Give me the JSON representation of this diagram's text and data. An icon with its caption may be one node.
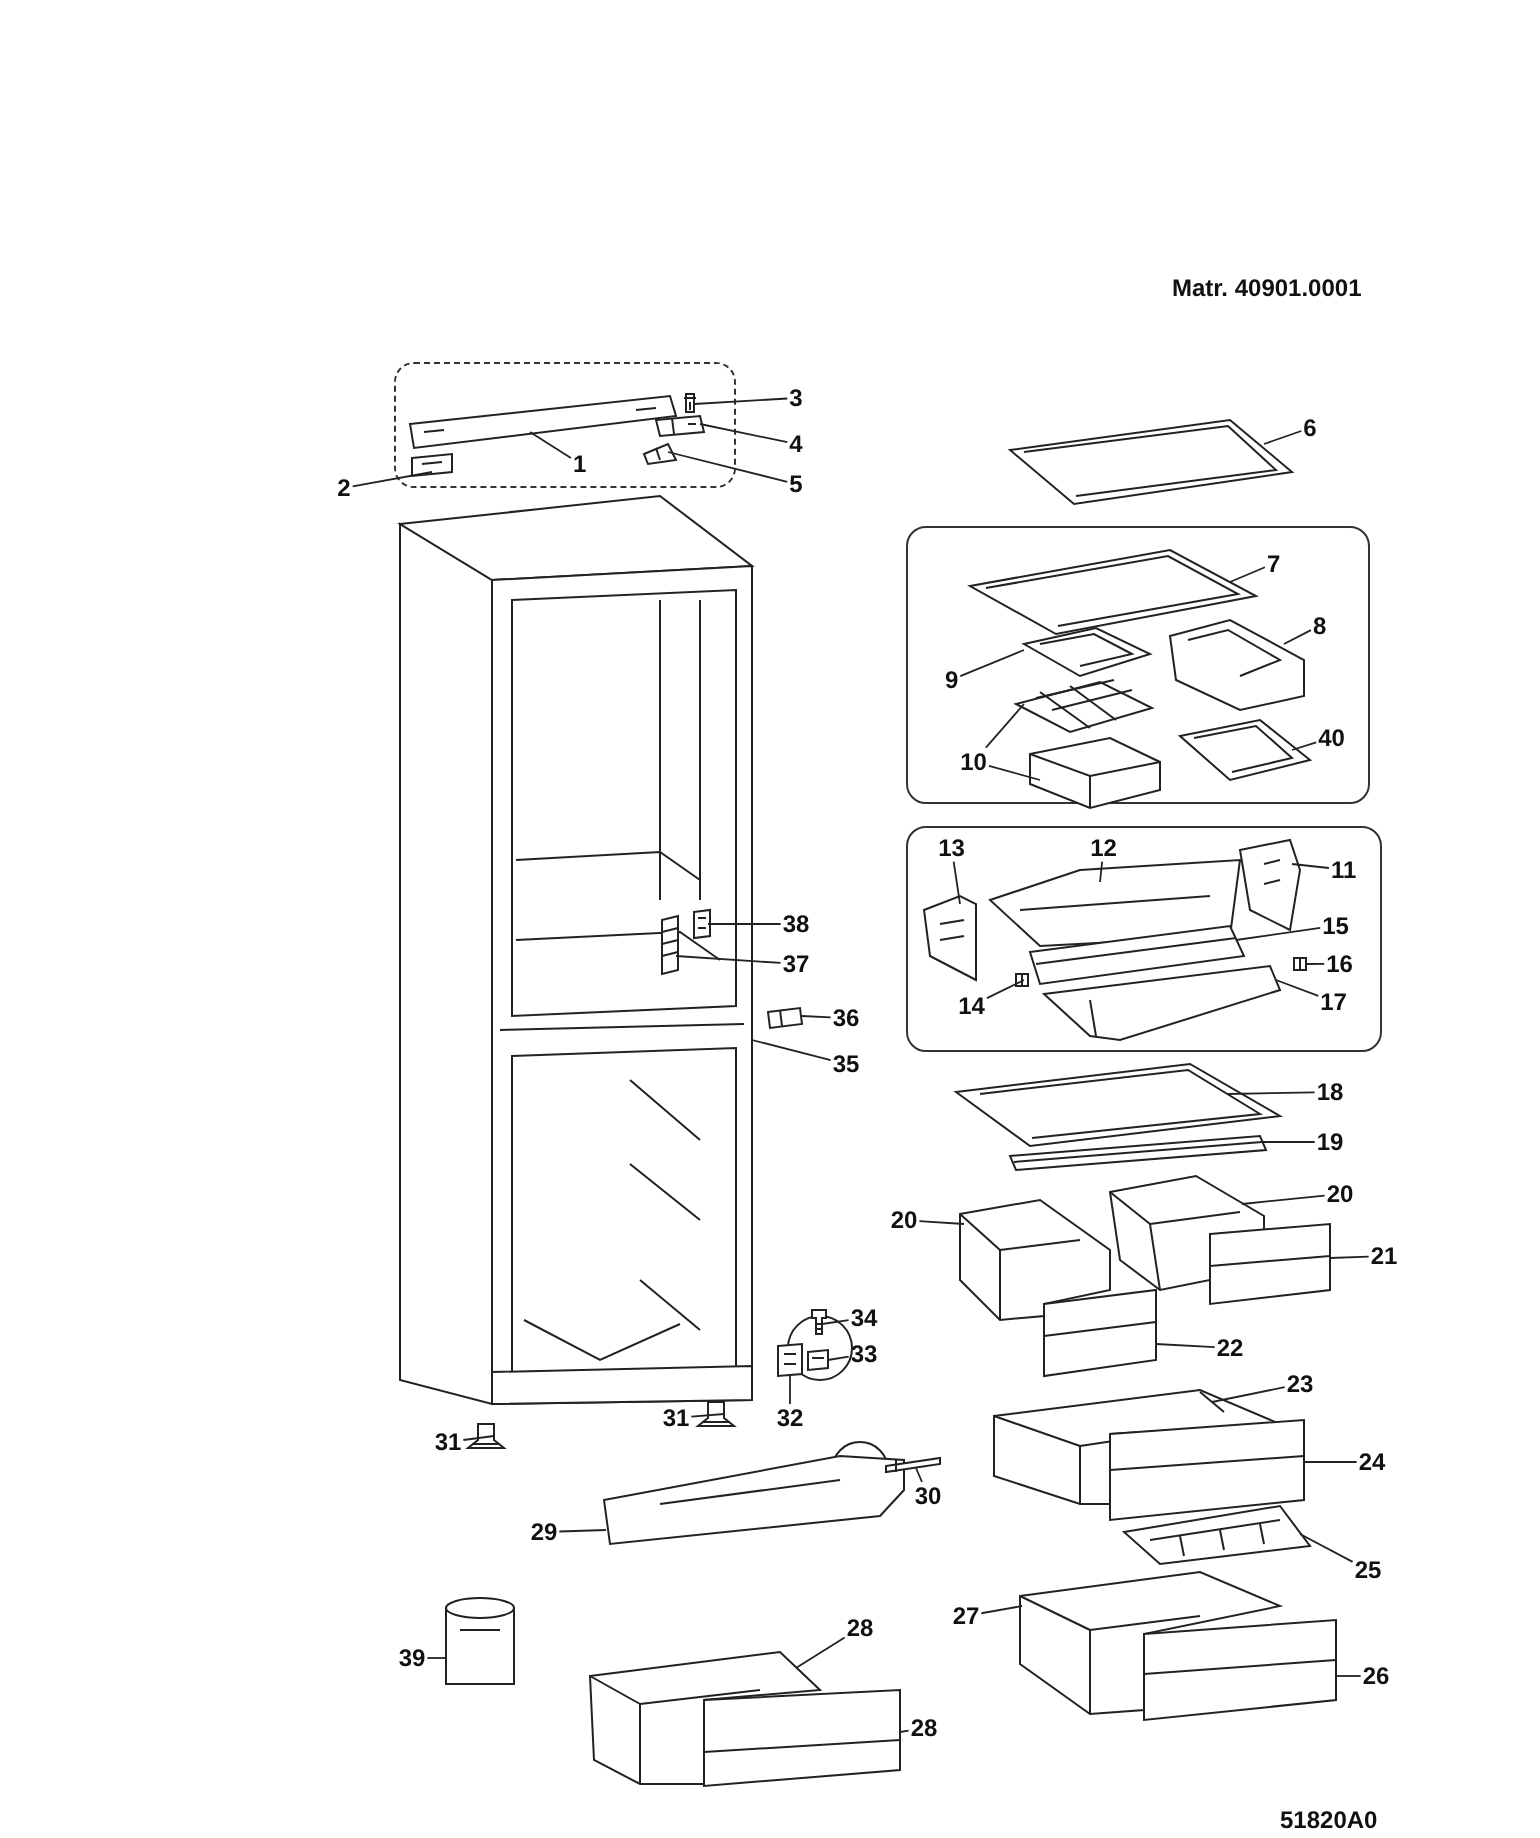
{
  "diagram": {
    "nodes": [
      {
        "text": [],
        "shape": "box"
      },
      {
        "text": [
          "3"
        ]
      },
      {
        "text": [
          "4"
        ]
      },
      {
        "text": [
          "1"
        ],
        "in": 0
      },
      {
        "text": [
          "2"
        ]
      },
      {
        "text": [
          "5"
        ]
      },
      {
        "text": [
          "6"
        ]
      },
      {
        "text": [],
        "shape": "box"
      },
      {
        "text": [
          "7"
        ],
        "in": 7
      },
      {
        "text": [
          "8"
        ],
        "in": 7
      },
      {
        "text": [
          "9"
        ],
        "in": 7
      },
      {
        "text": [
          "10"
        ],
        "in": 7
      },
      {
        "text": [
          "40"
        ],
        "in": 7
      },
      {
        "text": [],
        "shape": "box"
      },
      {
        "text": [
          "13"
        ],
        "in": 13
      },
      {
        "text": [
          "12"
        ],
        "in": 13
      },
      {
        "text": [
          "11"
        ],
        "in": 13
      },
      {
        "text": [
          "15"
        ],
        "in": 13
      },
      {
        "text": [
          "14"
        ],
        "in": 13
      },
      {
        "text": [
          "16"
        ],
        "in": 13
      },
      {
        "text": [
          "17"
        ],
        "in": 13
      },
      {
        "text": [
          "38"
        ]
      },
      {
        "text": [
          "37"
        ]
      },
      {
        "text": [
          "36"
        ]
      },
      {
        "text": [
          "35"
        ]
      },
      {
        "text": [
          "18"
        ]
      },
      {
        "text": [
          "19"
        ]
      },
      {
        "text": [
          "20"
        ]
      },
      {
        "text": [
          "20"
        ]
      },
      {
        "text": [
          "21"
        ]
      },
      {
        "text": [
          "22"
        ]
      },
      {
        "text": [
          "34"
        ]
      },
      {
        "text": [
          "33"
        ]
      },
      {
        "text": [
          "31"
        ]
      },
      {
        "text": [
          "31"
        ]
      },
      {
        "text": [
          "32"
        ]
      },
      {
        "text": [
          "23"
        ]
      },
      {
        "text": [
          "24"
        ]
      },
      {
        "text": [
          "29"
        ]
      },
      {
        "text": [
          "30"
        ]
      },
      {
        "text": [
          "25"
        ]
      },
      {
        "text": [
          "27"
        ]
      },
      {
        "text": [
          "28"
        ]
      },
      {
        "text": [
          "39"
        ]
      },
      {
        "text": [
          "26"
        ]
      },
      {
        "text": [
          "28"
        ]
      },
      {
        "text": [],
        "shape": "picture"
      },
      {
        "text": [],
        "shape": "picture",
        "in": 0
      },
      {
        "text": [],
        "shape": "picture",
        "in": 0
      },
      {
        "text": [],
        "shape": "picture",
        "in": 0
      },
      {
        "text": [],
        "shape": "picture",
        "in": 0
      },
      {
        "text": [],
        "shape": "picture",
        "in": 0
      },
      {
        "text": [],
        "shape": "picture"
      },
      {
        "text": [],
        "shape": "picture",
        "in": 7
      },
      {
        "text": [],
        "shape": "picture",
        "in": 7
      },
      {
        "text": [],
        "shape": "picture",
        "in": 7
      },
      {
        "text": [],
        "shape": "picture",
        "in": 7
      },
      {
        "text": [],
        "shape": "picture",
        "in": 7
      },
      {
        "text": [],
        "shape": "picture",
        "in": 7
      },
      {
        "text": [],
        "shape": "picture",
        "in": 13
      },
      {
        "text": [],
        "shape": "picture",
        "in": 13
      },
      {
        "text": [],
        "shape": "picture",
        "in": 13
      },
      {
        "text": [],
        "shape": "picture",
        "in": 13
      },
      {
        "text": [],
        "shape": "picture",
        "in": 13
      },
      {
        "text": [],
        "shape": "picture",
        "in": 13
      },
      {
        "text": [],
        "shape": "picture",
        "in": 13
      },
      {
        "text": [],
        "shape": "picture",
        "in": 46
      },
      {
        "text": [],
        "shape": "picture",
        "in": 46
      },
      {
        "text": [],
        "shape": "picture"
      },
      {
        "text": [],
        "shape": "picture"
      },
      {
        "text": [],
        "shape": "picture"
      },
      {
        "text": [],
        "shape": "picture"
      },
      {
        "text": [],
        "shape": "picture"
      },
      {
        "text": [],
        "shape": "picture"
      },
      {
        "text": [],
        "shape": "picture"
      },
      {
        "text": [],
        "shape": "picture"
      },
      {
        "text": [],
        "shape": "picture"
      },
      {
        "text": [],
        "shape": "picture"
      },
      {
        "text": [],
        "shape": "picture"
      },
      {
        "text": [],
        "shape": "picture"
      },
      {
        "text": [],
        "shape": "picture"
      },
      {
        "text": [],
        "shape": "picture"
      },
      {
        "text": [],
        "shape": "picture"
      },
      {
        "text": [],
        "shape": "picture"
      },
      {
        "text": [],
        "shape": "picture"
      },
      {
        "text": [],
        "shape": "picture"
      },
      {
        "text": [],
        "shape": "picture"
      },
      {
        "text": [],
        "shape": "picture"
      },
      {
        "text": [],
        "shape": "picture"
      },
      {
        "text": [],
        "shape": "picture"
      }
    ],
    "edges": [
      {
        "from": 1,
        "to": 49,
        "arrow": "none"
      },
      {
        "from": 2,
        "to": 50,
        "arrow": "none"
      },
      {
        "from": 3,
        "to": 47,
        "arrow": "none"
      },
      {
        "from": 4,
        "to": 48,
        "arrow": "none"
      },
      {
        "from": 5,
        "to": 51,
        "arrow": "none"
      },
      {
        "from": 6,
        "to": 52,
        "arrow": "none"
      },
      {
        "from": 8,
        "to": 53,
        "arrow": "none"
      },
      {
        "from": 9,
        "to": 54,
        "arrow": "none"
      },
      {
        "from": 10,
        "to": 55,
        "arrow": "none"
      },
      {
        "from": 11,
        "to": 56,
        "arrow": "none"
      },
      {
        "from": 11,
        "to": 57,
        "arrow": "none"
      },
      {
        "from": 12,
        "to": 58,
        "arrow": "none"
      },
      {
        "from": 14,
        "to": 59,
        "arrow": "none"
      },
      {
        "from": 15,
        "to": 60,
        "arrow": "none"
      },
      {
        "from": 16,
        "to": 61,
        "arrow": "none"
      },
      {
        "from": 17,
        "to": 62,
        "arrow": "none"
      },
      {
        "from": 18,
        "to": 64,
        "arrow": "none"
      },
      {
        "from": 19,
        "to": 65,
        "arrow": "none"
      },
      {
        "from": 20,
        "to": 63,
        "arrow": "none"
      },
      {
        "from": 21,
        "to": 67,
        "arrow": "none"
      },
      {
        "from": 22,
        "to": 66,
        "arrow": "none"
      },
      {
        "from": 23,
        "to": 68,
        "arrow": "none"
      },
      {
        "from": 24,
        "to": 46,
        "arrow": "none"
      },
      {
        "from": 25,
        "to": 69,
        "arrow": "none"
      },
      {
        "from": 26,
        "to": 70,
        "arrow": "none"
      },
      {
        "from": 27,
        "to": 71,
        "arrow": "none"
      },
      {
        "from": 28,
        "to": 73,
        "arrow": "none"
      },
      {
        "from": 29,
        "to": 74,
        "arrow": "none"
      },
      {
        "from": 30,
        "to": 72,
        "arrow": "none"
      },
      {
        "from": 31,
        "to": 78,
        "arrow": "none"
      },
      {
        "from": 32,
        "to": 79,
        "arrow": "none"
      },
      {
        "from": 33,
        "to": 75,
        "arrow": "none"
      },
      {
        "from": 34,
        "to": 76,
        "arrow": "none"
      },
      {
        "from": 35,
        "to": 77,
        "arrow": "none"
      },
      {
        "from": 36,
        "to": 80,
        "arrow": "none"
      },
      {
        "from": 37,
        "to": 81,
        "arrow": "none"
      },
      {
        "from": 38,
        "to": 82,
        "arrow": "none"
      },
      {
        "from": 39,
        "to": 83,
        "arrow": "none"
      },
      {
        "from": 40,
        "to": 85,
        "arrow": "none"
      },
      {
        "from": 41,
        "to": 84,
        "arrow": "none"
      },
      {
        "from": 42,
        "to": 87,
        "arrow": "none"
      },
      {
        "from": 43,
        "to": 89,
        "arrow": "none"
      },
      {
        "from": 44,
        "to": 86,
        "arrow": "none"
      },
      {
        "from": 45,
        "to": 88,
        "arrow": "none"
      }
    ],
    "labels": [
      "Matr. 40901.0001",
      "51820A0"
    ]
  }
}
